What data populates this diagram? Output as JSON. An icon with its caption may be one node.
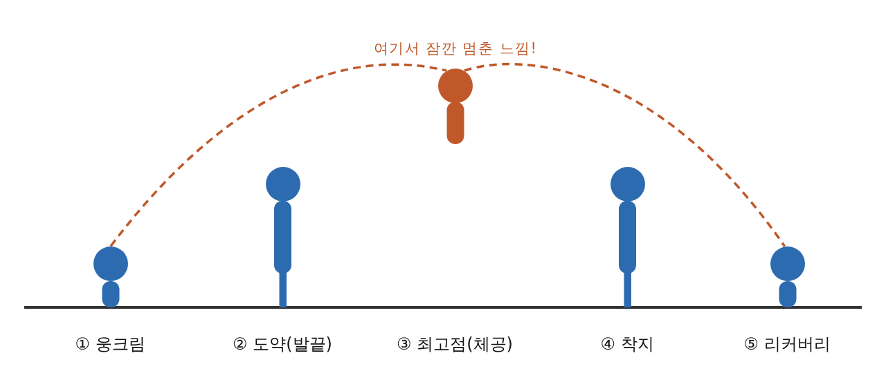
{
  "diagram": {
    "nodes": [
      {
        "text": [],
        "shape": "person"
      },
      {
        "text": [],
        "shape": "person"
      },
      {
        "text": [],
        "shape": "person"
      },
      {
        "text": [],
        "shape": "person"
      },
      {
        "text": [],
        "shape": "person"
      }
    ],
    "edges": [
      {
        "from": 0,
        "to": 2,
        "arrow": "none",
        "style": "dashed",
        "color": "#c0582a"
      },
      {
        "from": 2,
        "to": 4,
        "arrow": "none",
        "style": "dashed",
        "color": "#c0582a"
      }
    ],
    "labels": [
      "여기서 잠깐 멈춘 느낌!",
      "① 웅크림",
      "② 도약(발끝)",
      "③ 최고점(체공)",
      "④ 착지",
      "⑤ 리커버리"
    ]
  }
}
